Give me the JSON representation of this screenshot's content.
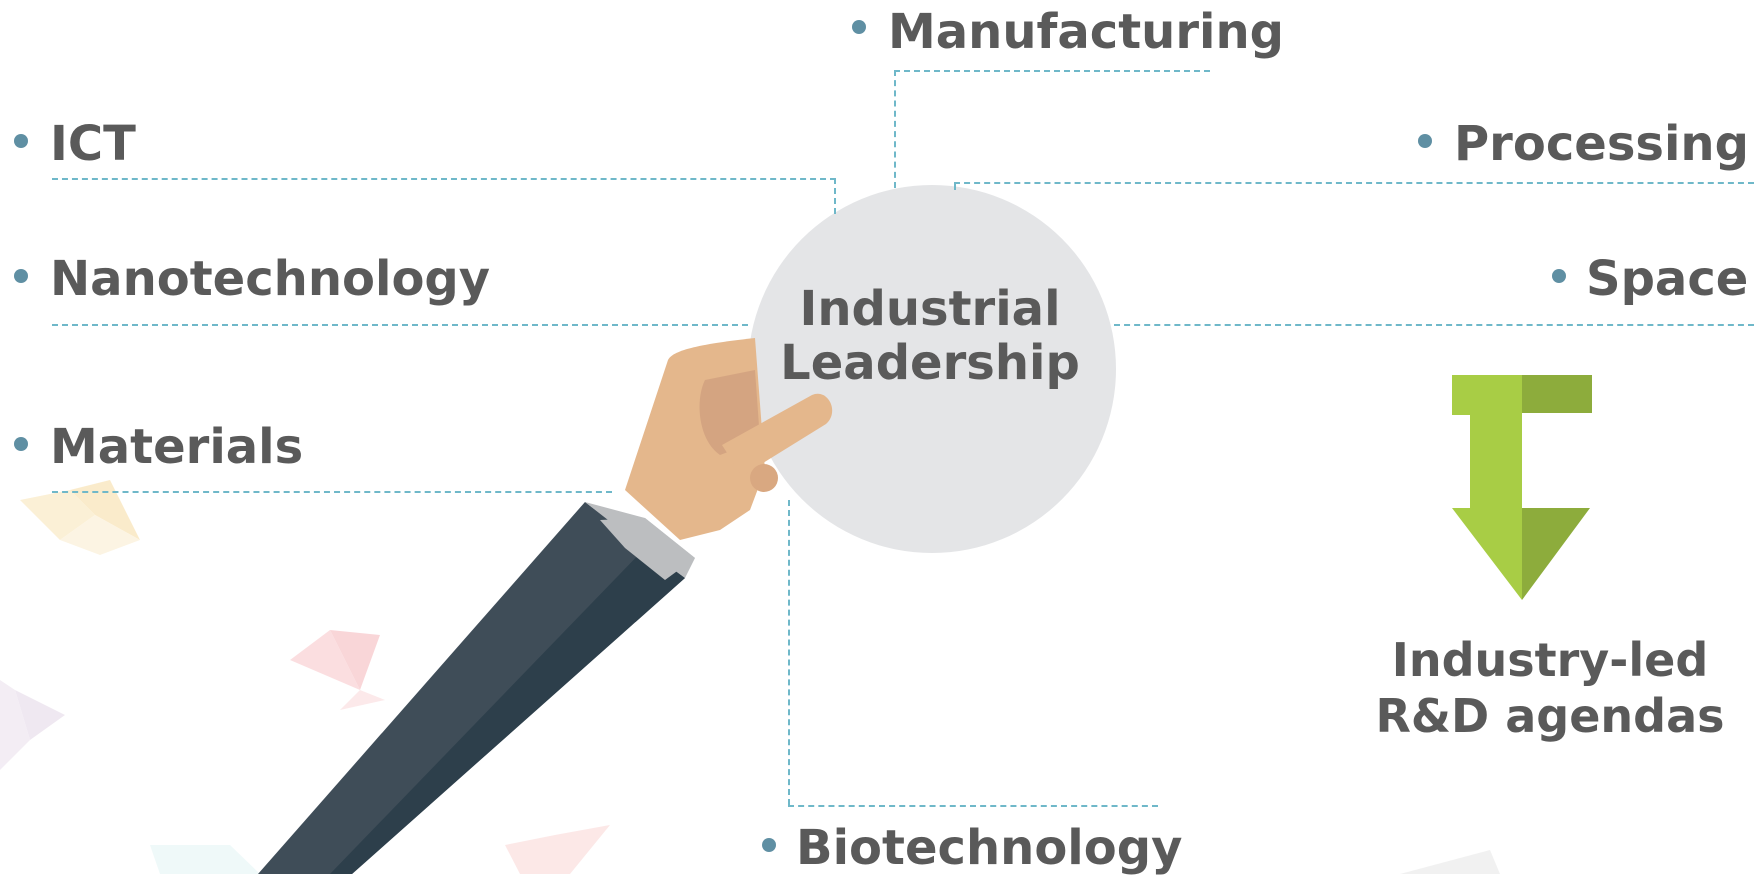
{
  "center": {
    "line1": "Industrial",
    "line2": "Leadership"
  },
  "topics": [
    {
      "label": "Manufacturing"
    },
    {
      "label": "ICT"
    },
    {
      "label": "Processing"
    },
    {
      "label": "Nanotechnology"
    },
    {
      "label": "Space"
    },
    {
      "label": "Materials"
    },
    {
      "label": "Biotechnology"
    }
  ],
  "side_note": {
    "line1": "Industry-led",
    "line2": "R&D agendas"
  },
  "colors": {
    "text": "#5a5a5a",
    "bullet": "#5f8fa3",
    "connector": "#6fb8c9",
    "circle": "#e4e5e7",
    "arrow_light": "#a8cd45",
    "arrow_dark": "#8dac3c",
    "sleeve": "#3f4d58",
    "hand": "#e4b78c"
  }
}
